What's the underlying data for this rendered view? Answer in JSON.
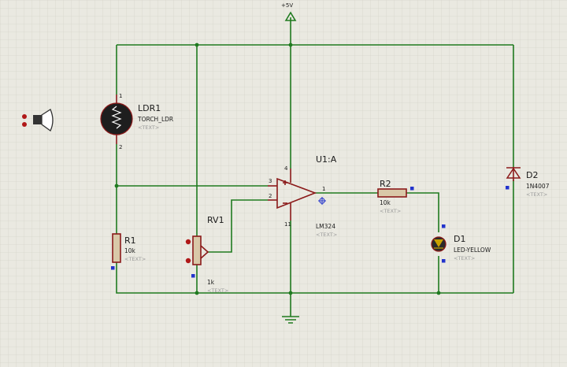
{
  "power": {
    "vcc_label": "+5V"
  },
  "ldr1": {
    "ref": "LDR1",
    "value": "TORCH_LDR",
    "text": "<TEXT>",
    "pin1": "1",
    "pin2": "2"
  },
  "r1": {
    "ref": "R1",
    "value": "10k",
    "text": "<TEXT>"
  },
  "rv1": {
    "ref": "RV1",
    "value": "1k",
    "text": "<TEXT>"
  },
  "u1": {
    "ref": "U1:A",
    "value": "LM324",
    "text": "<TEXT>",
    "pin_vcc": "4",
    "pin_in_plus": "3",
    "pin_in_minus": "2",
    "pin_out": "1",
    "pin_gnd": "11"
  },
  "r2": {
    "ref": "R2",
    "value": "10k",
    "text": "<TEXT>"
  },
  "d1": {
    "ref": "D1",
    "value": "LED-YELLOW",
    "text": "<TEXT>"
  },
  "d2": {
    "ref": "D2",
    "value": "1N4007",
    "text": "<TEXT>"
  },
  "colors": {
    "wire": "#1f7a1f",
    "component": "#8b1a1a",
    "background": "#eae9e1",
    "grid": "#d6d5cb",
    "probe": "#2233cc"
  }
}
